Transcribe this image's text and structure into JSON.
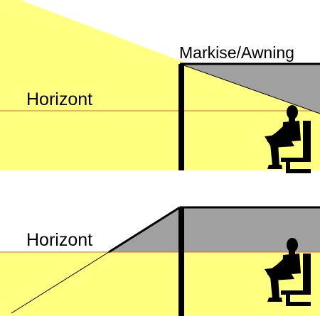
{
  "colors": {
    "sun": "#ffff80",
    "awning": "#a0a0a0",
    "horizon": "#e06040",
    "ink": "#000000",
    "background": "#ffffff"
  },
  "panels": [
    {
      "name": "top-scene",
      "awning_label": "Markise/Awning",
      "horizon_label": "Horizont"
    },
    {
      "name": "bottom-scene",
      "horizon_label": "Horizont"
    }
  ],
  "icons": [
    "seated-person-silhouette"
  ]
}
